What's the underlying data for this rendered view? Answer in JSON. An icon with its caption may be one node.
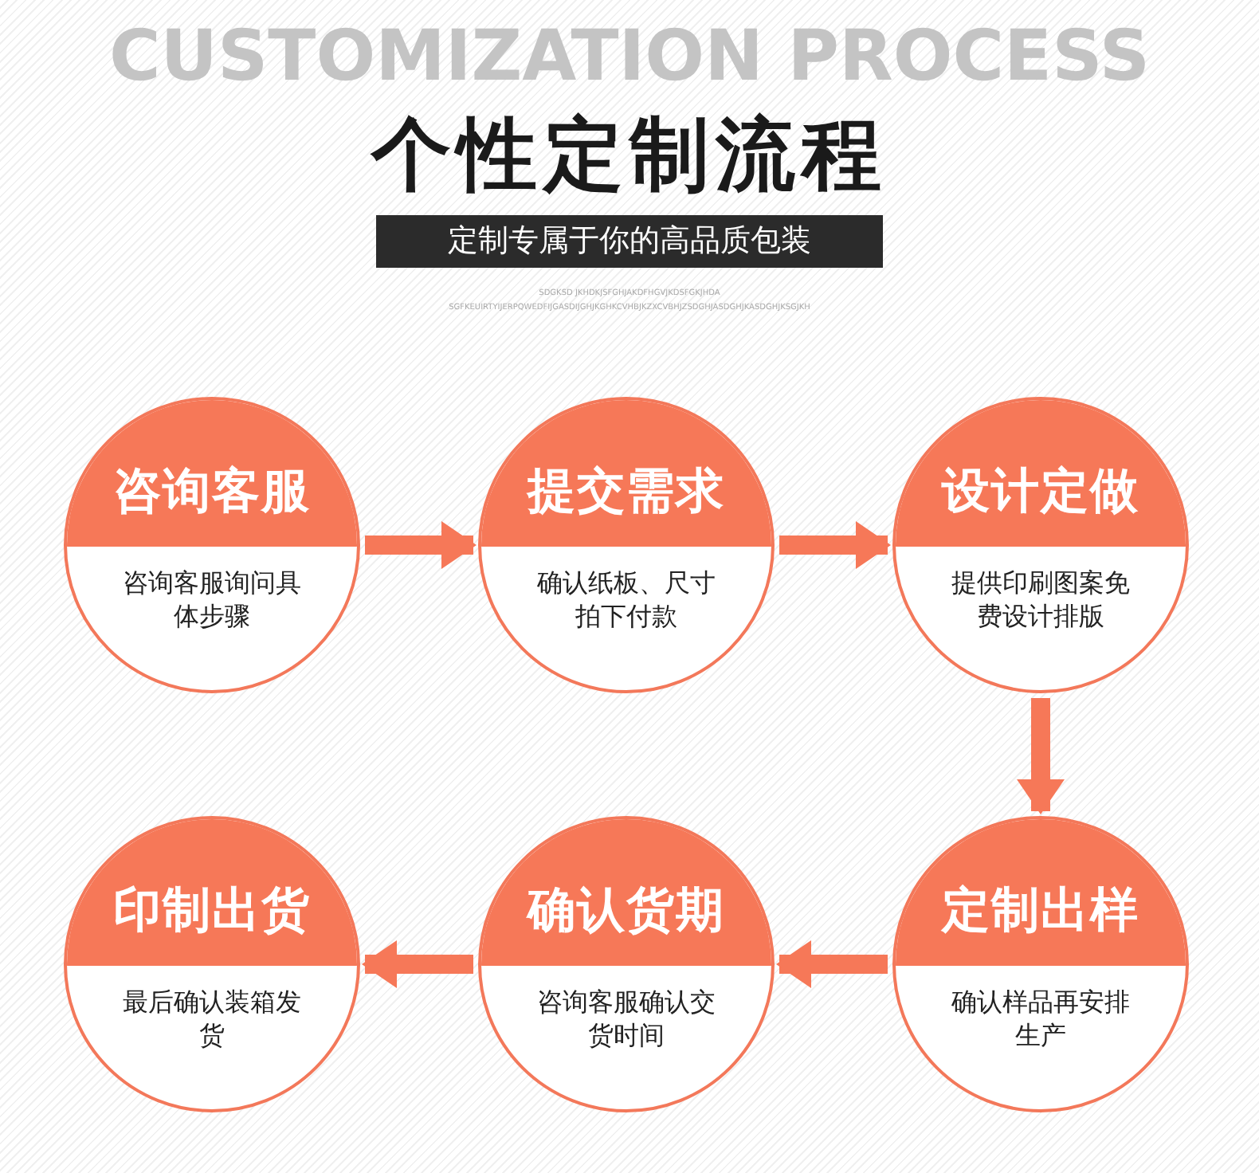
{
  "diagram": {
    "title": "个性定制流程",
    "nodes": [
      {
        "text": [
          "咨询客服",
          "咨询客服询问具体步骤"
        ]
      },
      {
        "text": [
          "提交需求",
          "确认纸板、尺寸拍下付款"
        ]
      },
      {
        "text": [
          "设计定做",
          "提供印刷图案免费设计排版"
        ]
      },
      {
        "text": [
          "印制出货",
          "最后确认装箱发货"
        ]
      },
      {
        "text": [
          "确认货期",
          "咨询客服确认交货时间"
        ]
      },
      {
        "text": [
          "定制出样",
          "确认样品再安排生产"
        ]
      }
    ],
    "edges": [
      {
        "from": 0,
        "to": 1,
        "arrow": "to"
      },
      {
        "from": 1,
        "to": 2,
        "arrow": "to"
      },
      {
        "from": 2,
        "to": 5,
        "arrow": "to"
      },
      {
        "from": 5,
        "to": 4,
        "arrow": "to"
      },
      {
        "from": 4,
        "to": 3,
        "arrow": "to"
      }
    ],
    "labels": [
      "CUSTOMIZATION PROCESS",
      "定制专属于你的高品质包装",
      "SDGKSD JKHDKJSFGHJAKDFHGVJKDSFGKJHDA",
      "SGFKEUIRTYIJERPQWEDFIJGASDIJGHJKGHKCVHBJKZXCVBHJZSDGHJASDGHJKASDGHJKSGJKH"
    ]
  }
}
